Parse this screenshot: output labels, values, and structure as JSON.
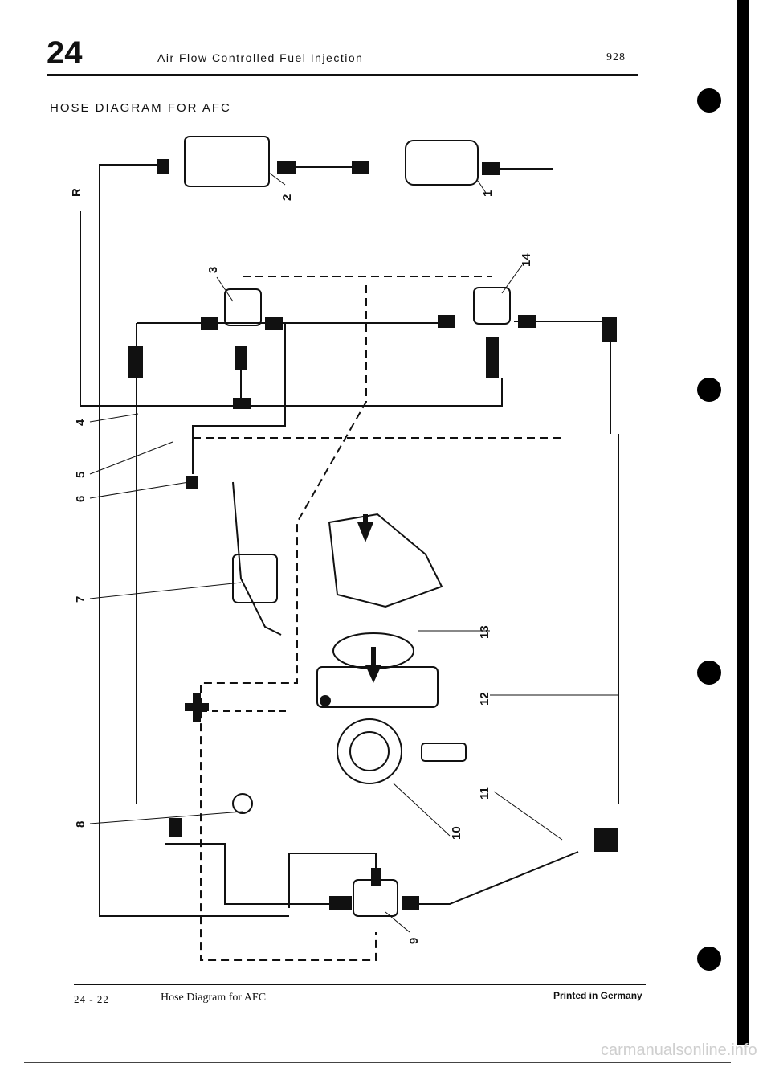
{
  "header": {
    "chapter": "24",
    "title": "Air Flow Controlled Fuel Injection",
    "model": "928"
  },
  "heading": "HOSE DIAGRAM FOR AFC",
  "diagram": {
    "callouts": [
      {
        "id": "R",
        "text": "R"
      },
      {
        "id": "1",
        "text": "1"
      },
      {
        "id": "2",
        "text": "2"
      },
      {
        "id": "3",
        "text": "3"
      },
      {
        "id": "4",
        "text": "4"
      },
      {
        "id": "5",
        "text": "5"
      },
      {
        "id": "6",
        "text": "6"
      },
      {
        "id": "7",
        "text": "7"
      },
      {
        "id": "8",
        "text": "8"
      },
      {
        "id": "9",
        "text": "9"
      },
      {
        "id": "10",
        "text": "10"
      },
      {
        "id": "11",
        "text": "11"
      },
      {
        "id": "12",
        "text": "12"
      },
      {
        "id": "13",
        "text": "13"
      },
      {
        "id": "14",
        "text": "14"
      }
    ]
  },
  "footer": {
    "page_number": "24 - 22",
    "title": "Hose Diagram for AFC",
    "printed": "Printed in Germany"
  },
  "watermark": "carmanualsonline.info"
}
